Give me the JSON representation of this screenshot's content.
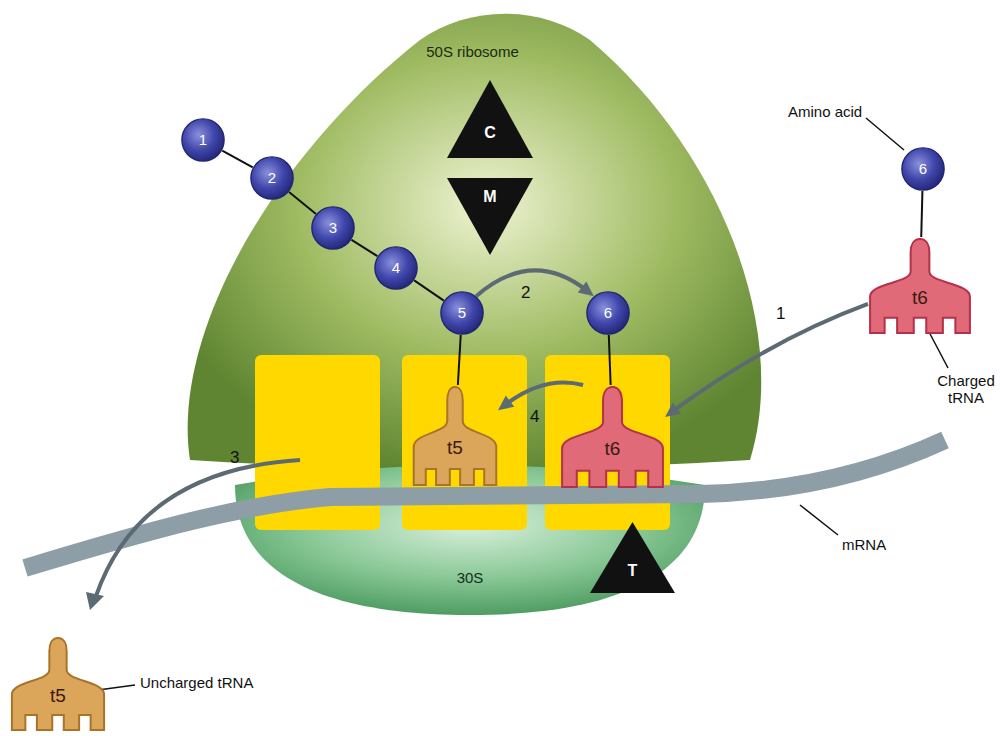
{
  "diagram": {
    "nodes": [
      {
        "text": [
          "50S ribosome"
        ]
      },
      {
        "text": [
          "C"
        ],
        "in": 0
      },
      {
        "text": [
          "M"
        ],
        "in": 0
      },
      {
        "text": [
          "1"
        ]
      },
      {
        "text": [
          "2"
        ]
      },
      {
        "text": [
          "3"
        ]
      },
      {
        "text": [
          "4"
        ]
      },
      {
        "text": [
          "5"
        ]
      },
      {
        "text": [
          "6"
        ]
      },
      {
        "text": [
          "6"
        ]
      },
      {
        "text": [
          "t6"
        ]
      },
      {
        "text": [
          "t5"
        ]
      },
      {
        "text": [
          "t6"
        ]
      },
      {
        "text": [
          "30S"
        ]
      },
      {
        "text": [
          "T"
        ]
      },
      {
        "text": [
          "t5"
        ]
      }
    ],
    "edges": [
      {
        "from": 3,
        "to": 4,
        "arrow": "none"
      },
      {
        "from": 4,
        "to": 5,
        "arrow": "none"
      },
      {
        "from": 5,
        "to": 6,
        "arrow": "none"
      },
      {
        "from": 6,
        "to": 7,
        "arrow": "none"
      },
      {
        "from": 7,
        "to": 11,
        "arrow": "none"
      },
      {
        "from": 8,
        "to": 12,
        "arrow": "none"
      },
      {
        "from": 9,
        "to": 10,
        "arrow": "none"
      },
      {
        "from": 7,
        "to": 8,
        "label": "2",
        "arrow": "to"
      },
      {
        "from": 10,
        "to": 12,
        "label": "1",
        "arrow": "to"
      },
      {
        "from": 12,
        "to": 11,
        "label": "4",
        "arrow": "to"
      }
    ],
    "labels": [
      "Amino acid",
      "Charged tRNA",
      "mRNA",
      "Uncharged tRNA",
      "3"
    ]
  }
}
